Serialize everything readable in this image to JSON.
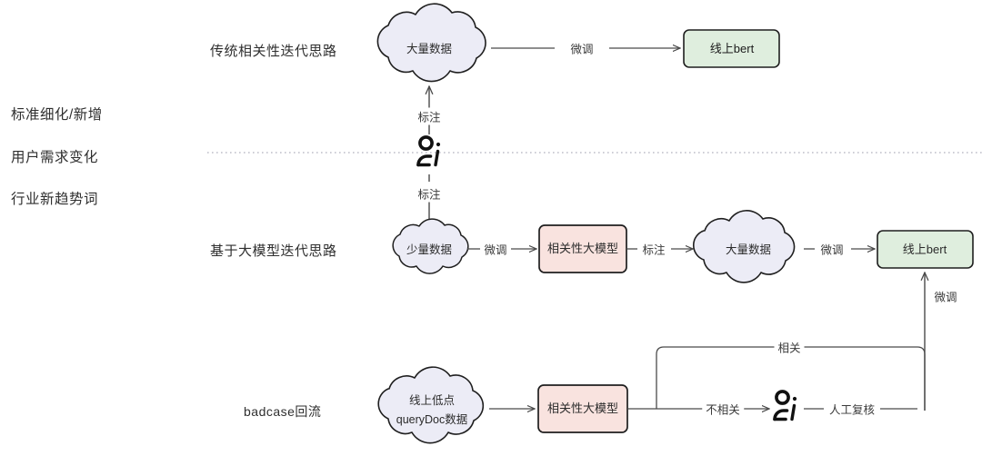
{
  "diagram": {
    "title_row_labels": {
      "row1": "传统相关性迭代思路",
      "row2": "基于大模型迭代思路",
      "row3": "badcase回流"
    },
    "left_axis_labels": [
      "标准细化/新增",
      "用户需求变化",
      "行业新趋势词"
    ],
    "nodes": {
      "r1_cloud": "大量数据",
      "r1_bert": "线上bert",
      "r2_cloud_small": "少量数据",
      "r2_model": "相关性大模型",
      "r2_cloud_big": "大量数据",
      "r2_bert": "线上bert",
      "r3_cloud_line1": "线上低点",
      "r3_cloud_line2": "queryDoc数据",
      "r3_model": "相关性大模型",
      "person_mid": "annotator-person-icon",
      "person_bottom": "reviewer-person-icon"
    },
    "edges": {
      "r1_finetune": "微调",
      "annotate_up": "标注",
      "annotate_down": "标注",
      "r2_finetune_1": "微调",
      "r2_annotate": "标注",
      "r2_finetune_2": "微调",
      "r3_relevant": "相关",
      "r3_irrelevant": "不相关",
      "r3_manual_review": "人工复核",
      "r3_finetune_up": "微调"
    },
    "colors": {
      "cloud_fill": "#ececf6",
      "cloud_stroke": "#1f1f1f",
      "model_fill": "#f9e3df",
      "model_stroke": "#1f1f1f",
      "bert_fill": "#dfeede",
      "bert_stroke": "#1f1f1f",
      "line": "#4a4a4a",
      "divider": "#b8b8c4",
      "text": "#2b2b2b"
    }
  }
}
